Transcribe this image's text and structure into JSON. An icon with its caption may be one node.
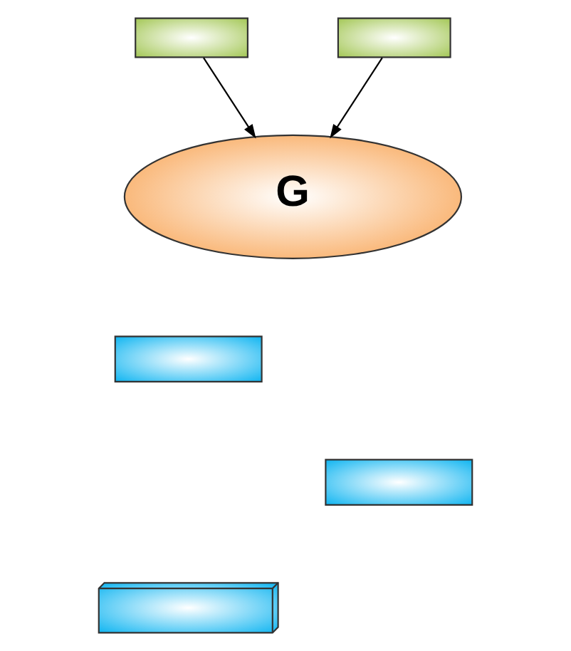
{
  "diagram": {
    "nodes": [
      {
        "text": [],
        "shape": "box"
      },
      {
        "text": [],
        "shape": "box"
      },
      {
        "text": [
          "G"
        ]
      },
      {
        "text": [],
        "shape": "box"
      },
      {
        "text": [],
        "shape": "box"
      },
      {
        "text": [],
        "shape": "stack"
      }
    ],
    "edges": [
      {
        "from": 0,
        "to": 2,
        "arrow": "to"
      },
      {
        "from": 1,
        "to": 2,
        "arrow": "to"
      }
    ]
  }
}
